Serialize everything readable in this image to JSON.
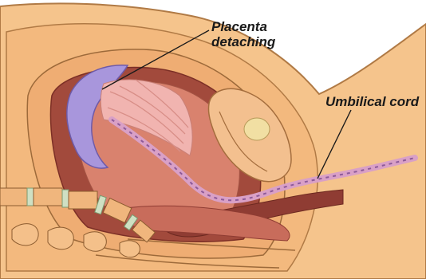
{
  "labels": {
    "placenta_line1": "Placenta",
    "placenta_line2": "detaching",
    "umbilical_cord": "Umbilical cord"
  }
}
